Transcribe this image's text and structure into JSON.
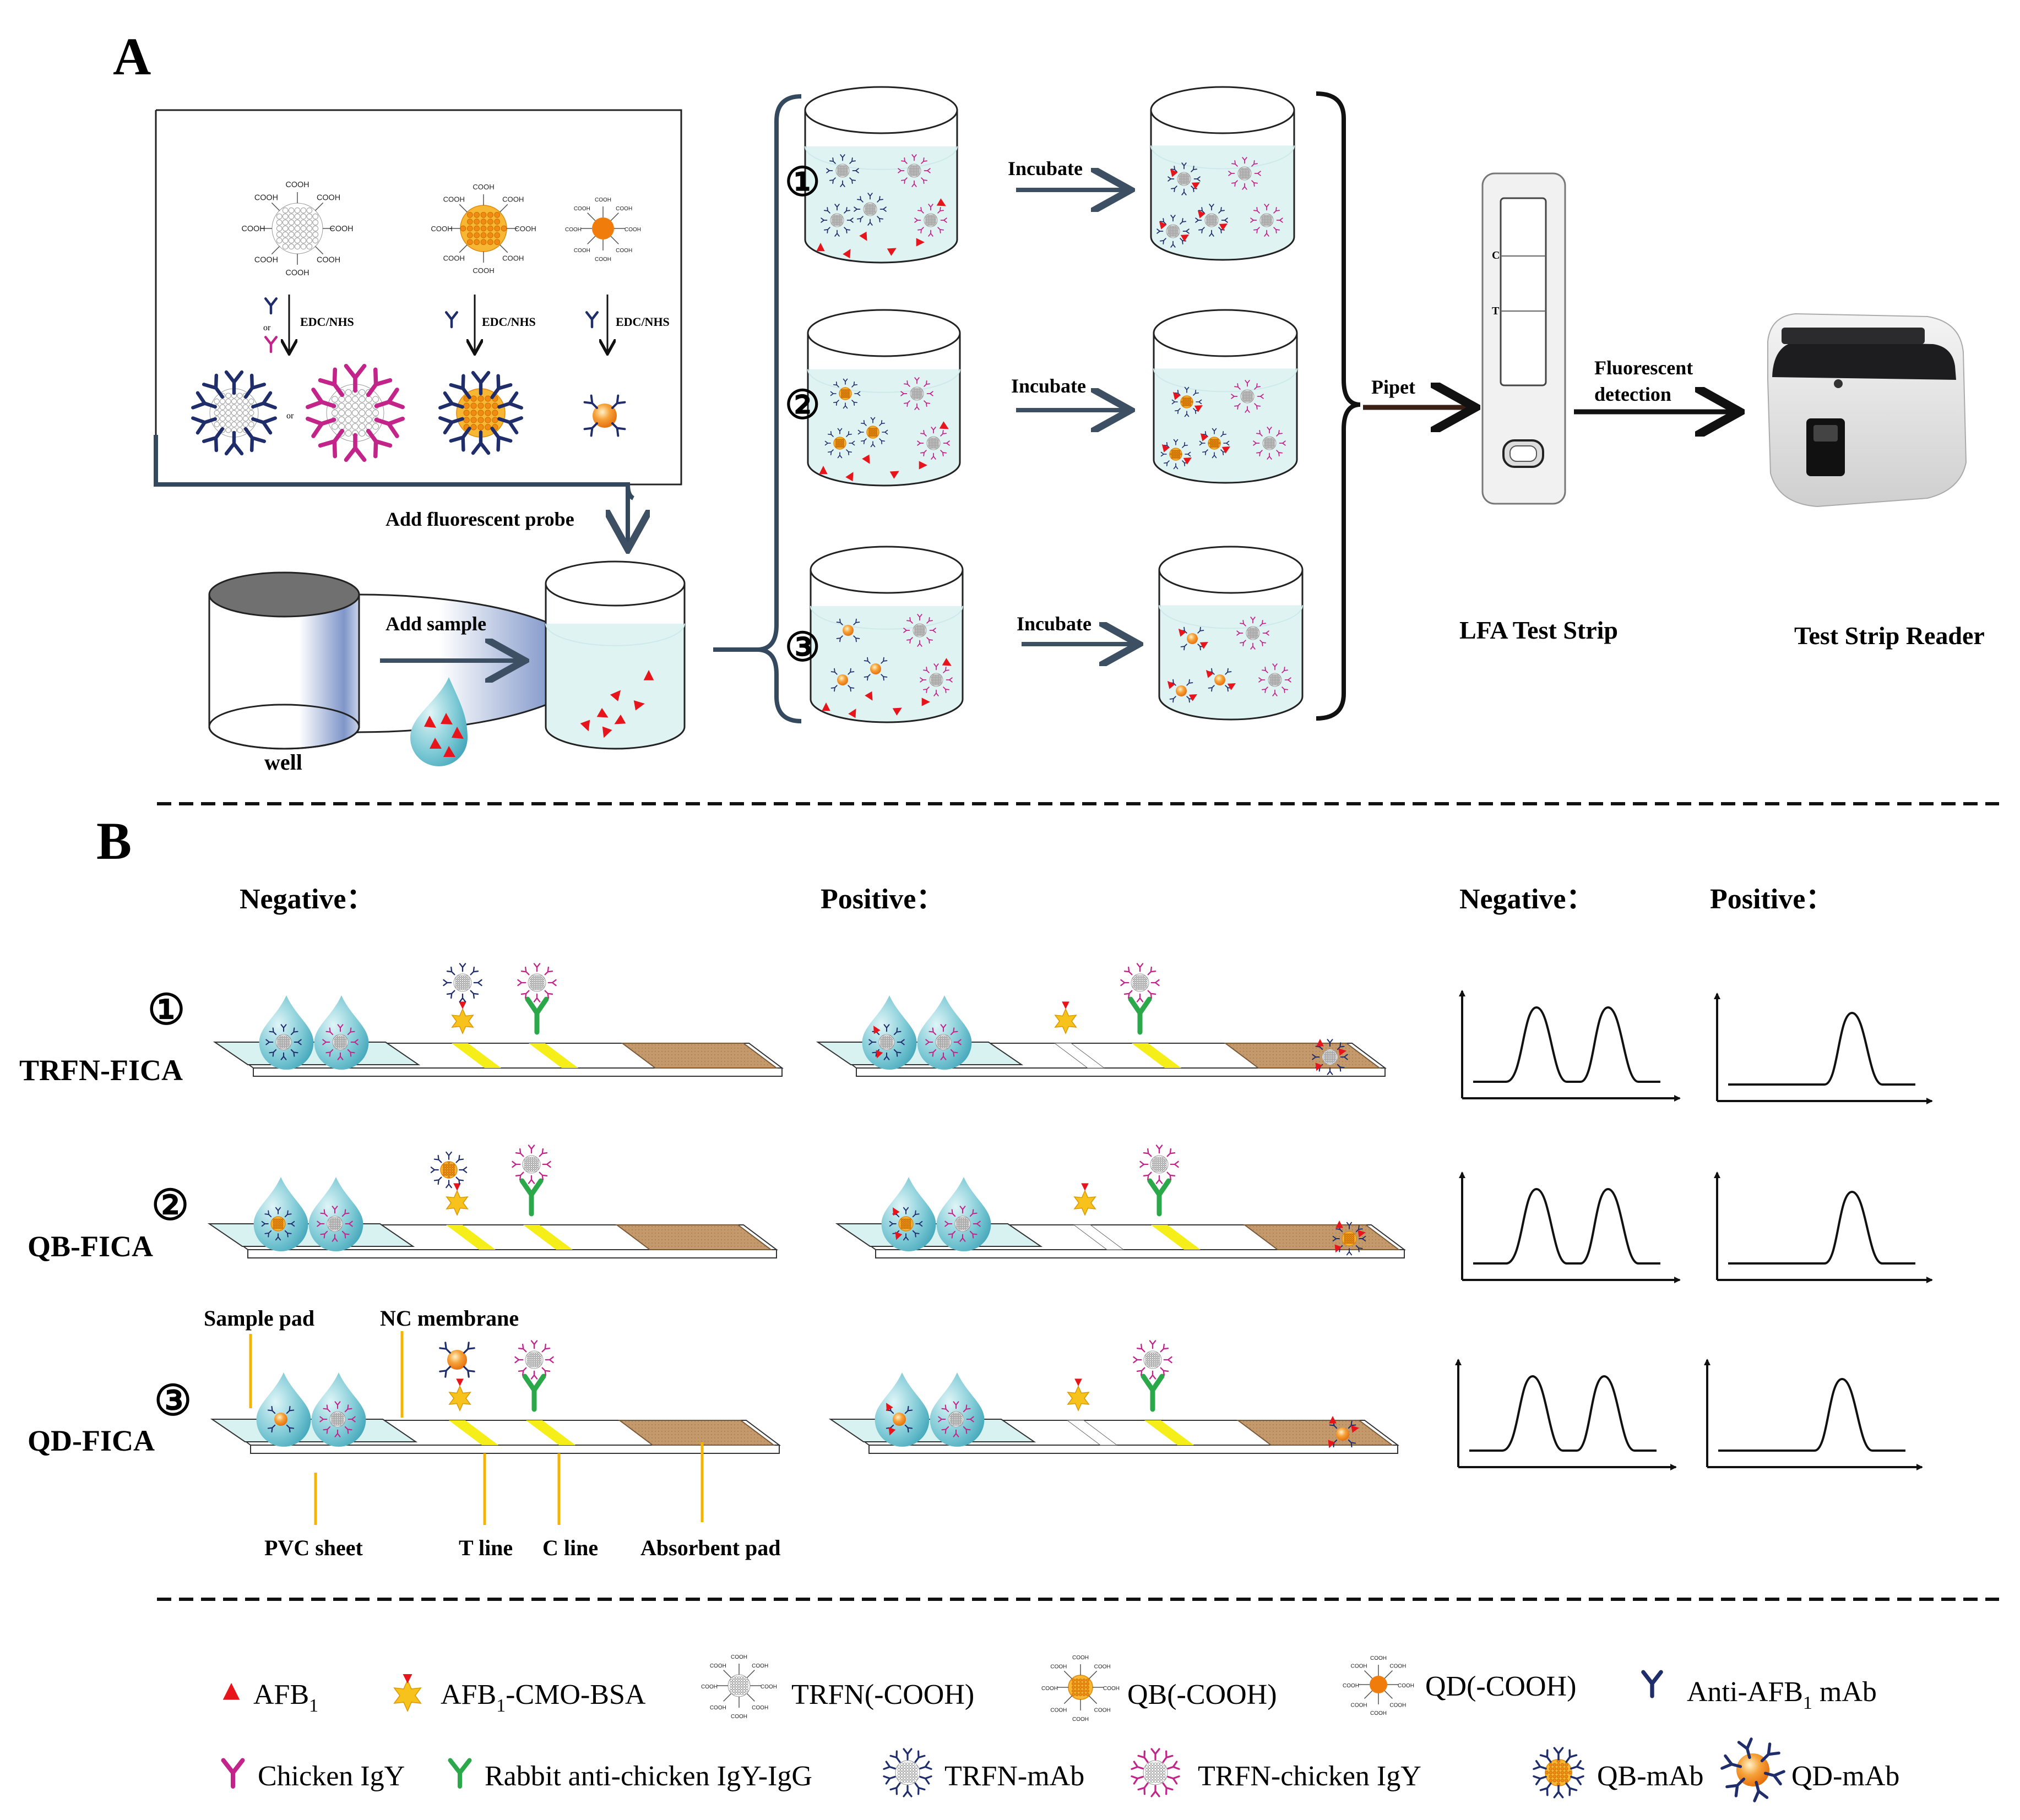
{
  "panelA": {
    "letter": "A",
    "activation": "EDC/NHS",
    "cooh": "COOH",
    "or": "or",
    "add_probe": "Add  fluorescent probe",
    "add_sample": "Add  sample",
    "well": "well",
    "incubate": "Incubate",
    "pipet": "Pipet",
    "fluor_line1": "Fluorescent",
    "fluor_line2": "detection",
    "strip_title": "LFA Test Strip",
    "reader_title": "Test Strip Reader",
    "strip_c": "C",
    "strip_t": "T",
    "circ1": "①",
    "circ2": "②",
    "circ3": "③"
  },
  "panelB": {
    "letter": "B",
    "negative": "Negative：",
    "positive": "Positive：",
    "rows": [
      {
        "circle": "①",
        "label": "TRFN-FICA"
      },
      {
        "circle": "②",
        "label": "QB-FICA"
      },
      {
        "circle": "③",
        "label": "QD-FICA"
      }
    ],
    "parts": {
      "sample_pad": "Sample pad",
      "nc_membrane": "NC membrane",
      "pvc_sheet": "PVC sheet",
      "t_line": "T line",
      "c_line": "C line",
      "absorbent_pad": "Absorbent pad"
    }
  },
  "legend": {
    "row1": [
      {
        "icon": "afb1-triangle-icon",
        "text": "AFB",
        "sub": "1",
        "tail": ""
      },
      {
        "icon": "afb1-cmo-bsa-star-icon",
        "text": "AFB",
        "sub": "1",
        "tail": "-CMO-BSA"
      },
      {
        "icon": "trfn-cooh-icon",
        "text": "TRFN(-COOH)",
        "sub": "",
        "tail": ""
      },
      {
        "icon": "qb-cooh-icon",
        "text": "QB(-COOH)",
        "sub": "",
        "tail": ""
      },
      {
        "icon": "qd-cooh-icon",
        "text": "QD(-COOH)",
        "sub": "",
        "tail": ""
      },
      {
        "icon": "anti-afb1-mab-icon",
        "text": "Anti-AFB",
        "sub": "1",
        "tail": " mAb"
      }
    ],
    "row2": [
      {
        "icon": "chicken-igy-icon",
        "text": "Chicken IgY"
      },
      {
        "icon": "rabbit-anti-chicken-igy-igg-icon",
        "text": "Rabbit anti-chicken IgY-IgG"
      },
      {
        "icon": "trfn-mab-icon",
        "text": "TRFN-mAb"
      },
      {
        "icon": "trfn-chicken-igy-icon",
        "text": "TRFN-chicken IgY"
      },
      {
        "icon": "qb-mab-icon",
        "text": "QB-mAb"
      },
      {
        "icon": "qd-mab-icon",
        "text": "QD-mAb"
      }
    ]
  },
  "colors": {
    "afb1": "#e8141c",
    "bsa_star": "#f8c21c",
    "mab": "#1f2d6b",
    "igy": "#c2248a",
    "rabbit_igg": "#2aa84a",
    "trfn": "#c8c8c8",
    "qb": "#f39a1a",
    "qd": "#f27a10",
    "solution": "#dff3f3",
    "arrow": "#3d4f63",
    "test_line": "#f5ee18",
    "absorbent": "#c49a6c"
  }
}
